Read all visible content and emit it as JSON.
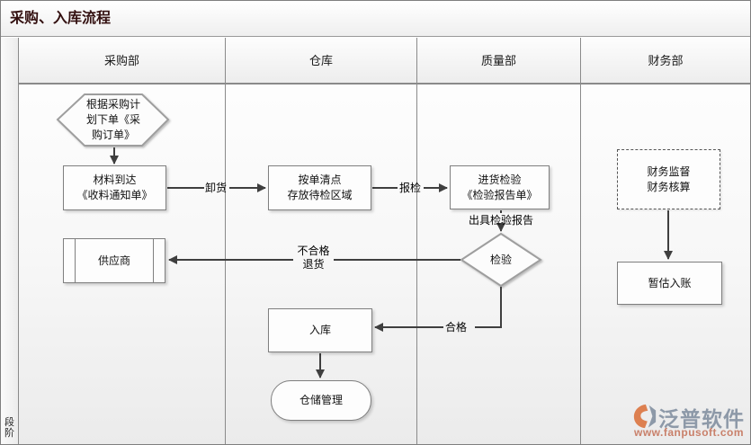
{
  "title": "采购、入库流程",
  "phase": {
    "chars": [
      "段",
      "阶"
    ]
  },
  "lanes": [
    {
      "label": "采购部"
    },
    {
      "label": "仓库"
    },
    {
      "label": "质量部"
    },
    {
      "label": "财务部"
    }
  ],
  "nodes": {
    "order_plan": {
      "shape": "hexagon",
      "lines": [
        "根据采购计",
        "划下单《采",
        "购订单》"
      ]
    },
    "material_arrival": {
      "shape": "rect",
      "lines": [
        "材料到达",
        "《收料通知单》"
      ]
    },
    "count_storage": {
      "shape": "rect",
      "lines": [
        "按单清点",
        "存放待检区域"
      ]
    },
    "incoming_inspection": {
      "shape": "rect",
      "lines": [
        "进货检验",
        "《检验报告单》"
      ]
    },
    "inspection_decision": {
      "shape": "diamond",
      "label": "检验"
    },
    "supplier": {
      "shape": "predefined-process",
      "label": "供应商"
    },
    "warehouse_in": {
      "shape": "rect",
      "label": "入库"
    },
    "warehouse_management": {
      "shape": "stadium",
      "label": "仓储管理"
    },
    "finance_supervision": {
      "shape": "dashed-rect",
      "lines": [
        "财务监督",
        "财务核算"
      ]
    },
    "estimated_booking": {
      "shape": "rect",
      "label": "暂估入账"
    }
  },
  "edge_labels": {
    "unload": "卸货",
    "submit_inspection": "报检",
    "issue_report": "出具检验报告",
    "qualified": "合格",
    "unqualified": [
      "不合格",
      "退货"
    ]
  },
  "watermark": {
    "brand": "泛普软件",
    "url": "www.fanpusoft.com"
  },
  "colors": {
    "title-text": "#331010",
    "flow-line": "#3f3f3f",
    "lane-border": "#8a8a8a",
    "box-border": "#7f7f7f",
    "brand-orange": "#dd8050",
    "brand-gray": "#8d99a8",
    "url-text": "#c9806a"
  }
}
